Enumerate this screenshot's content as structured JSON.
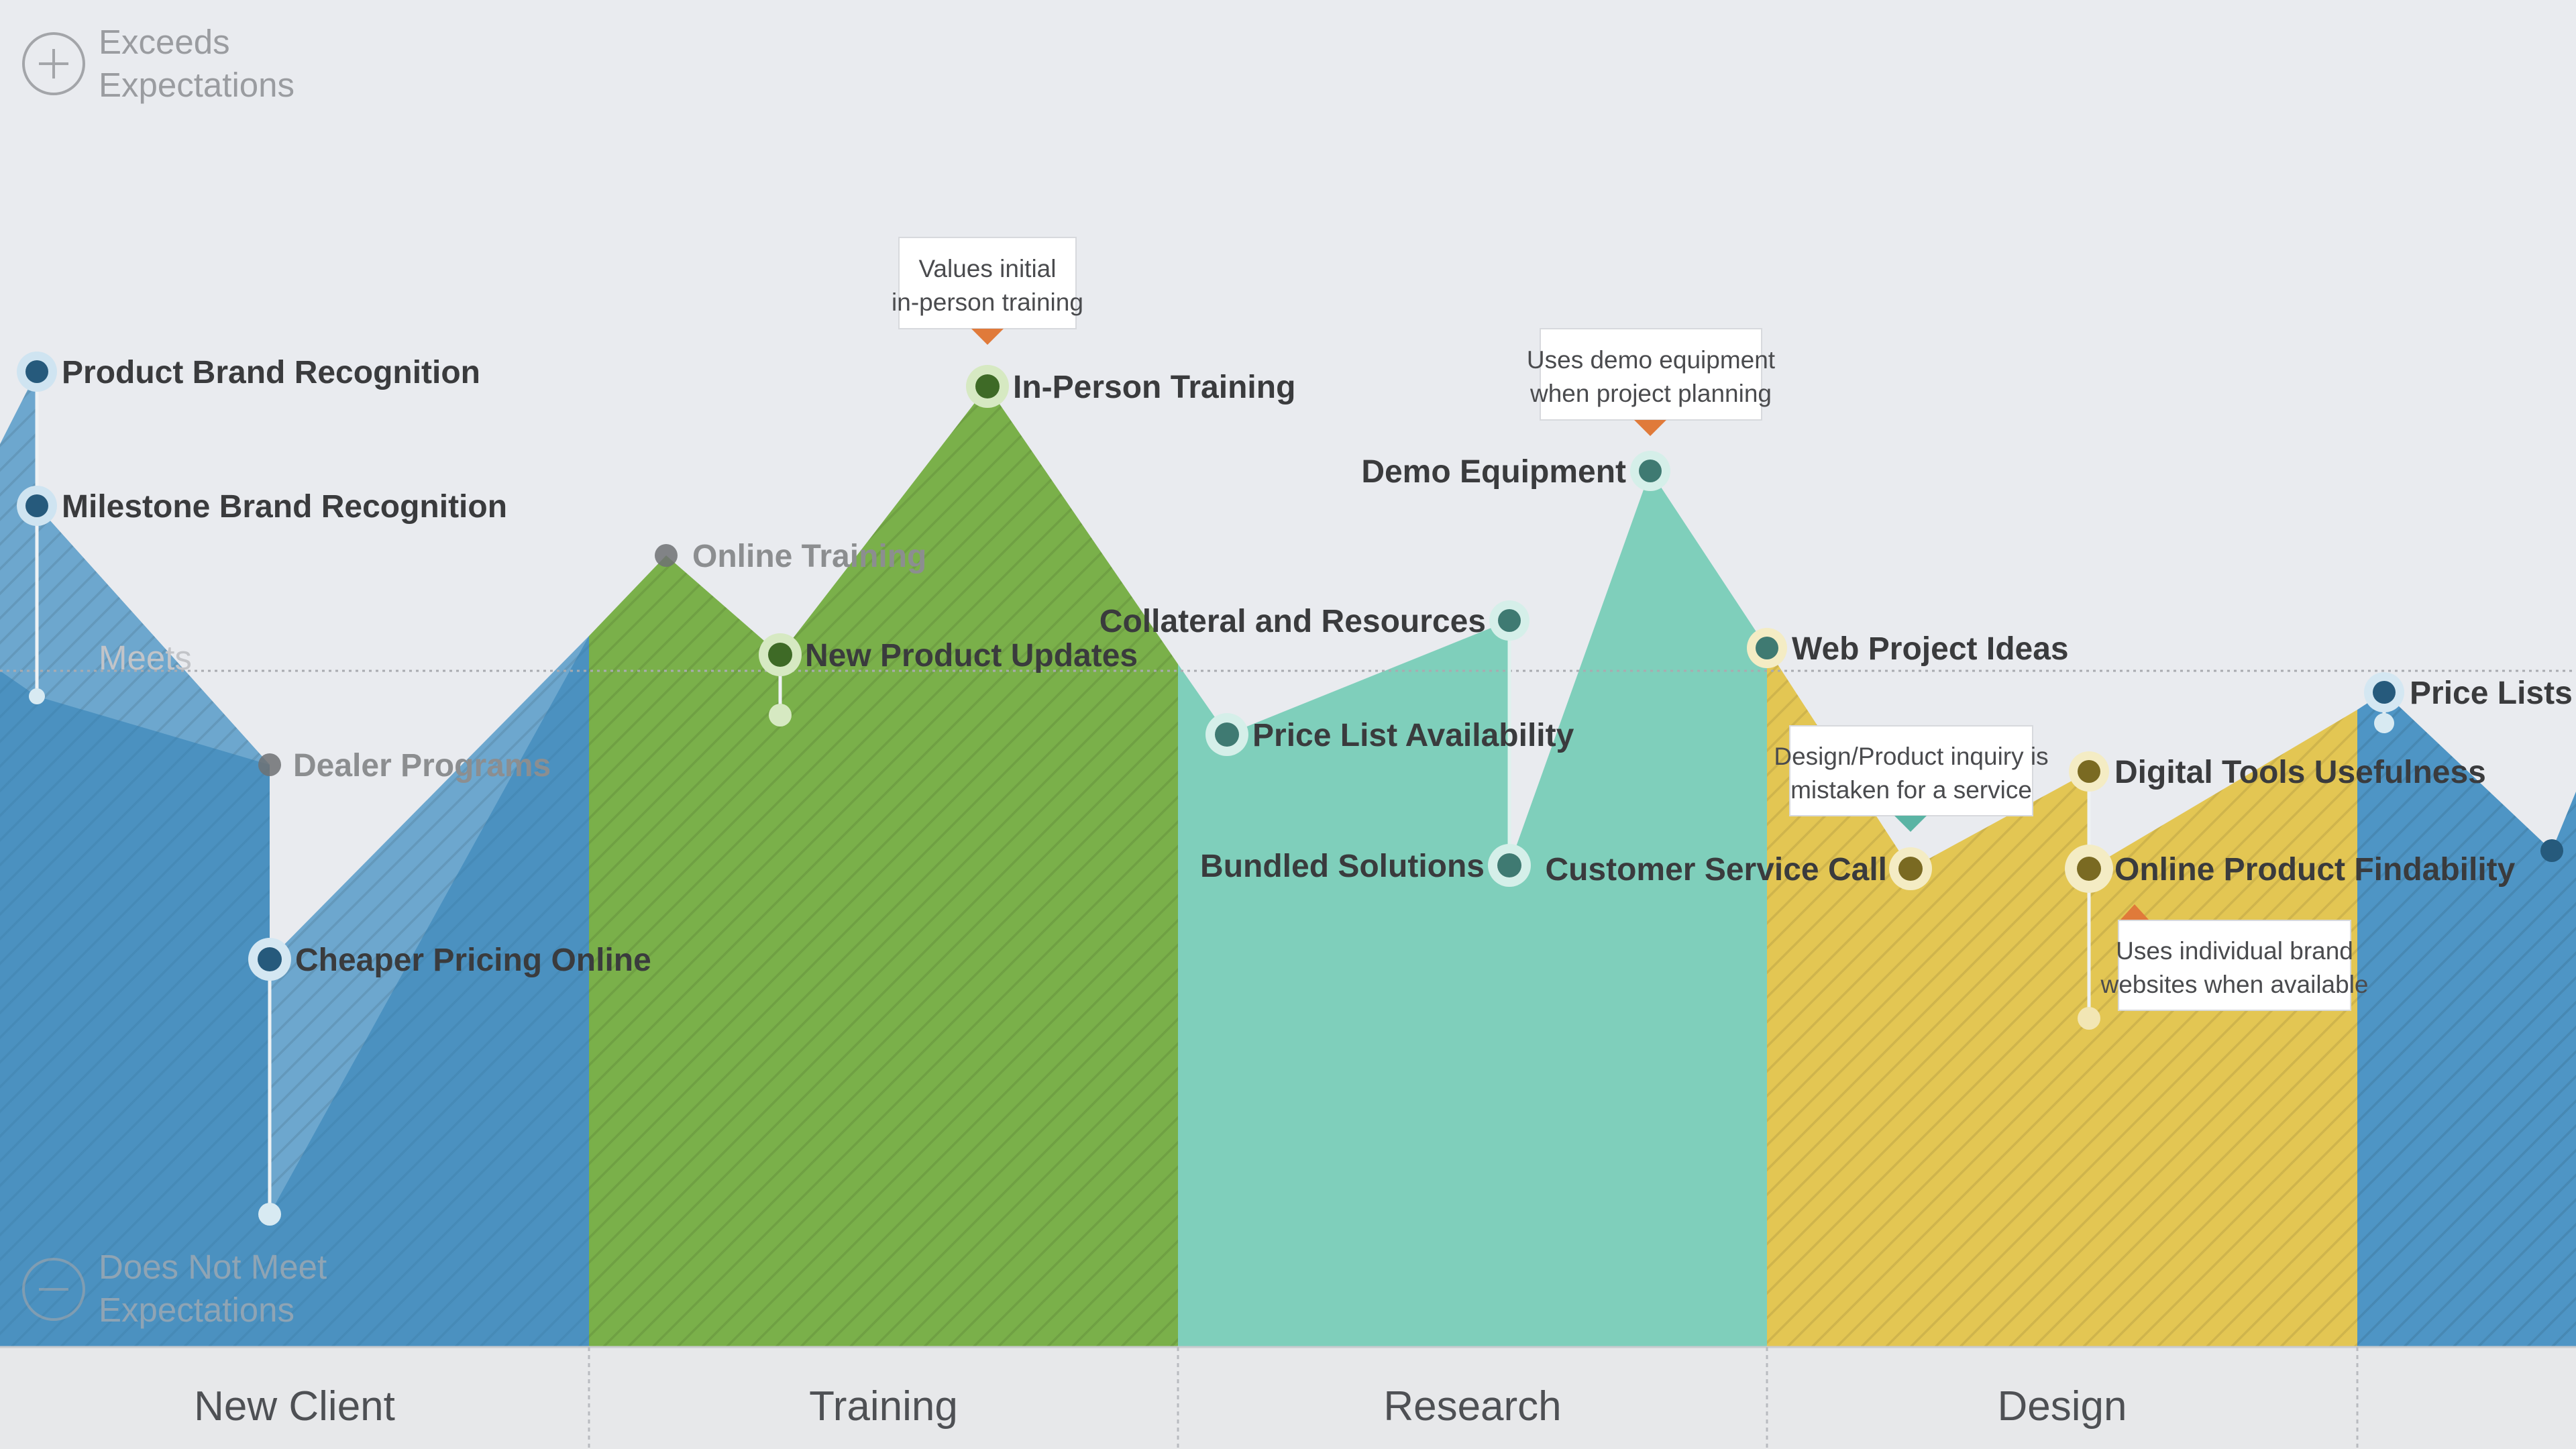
{
  "legend": {
    "top": [
      "Exceeds",
      "Expectations"
    ],
    "meets": "Meets",
    "bottom": [
      "Does Not Meet",
      "Expectations"
    ],
    "plus_icon": "plus-circle-icon",
    "minus_icon": "minus-circle-icon"
  },
  "phases": [
    {
      "label": "New Client",
      "color": "#3d8cc0"
    },
    {
      "label": "Training",
      "color": "#7ab04a"
    },
    {
      "label": "Research",
      "color": "#72c9b5"
    },
    {
      "label": "Design",
      "color": "#e3c653"
    },
    {
      "label": "",
      "color": "#3d8cc0"
    }
  ],
  "touchpoints": [
    {
      "name": "Product Brand Recognition",
      "phase": "New Client",
      "dot_color": "#265a7c"
    },
    {
      "name": "Milestone Brand Recognition",
      "phase": "New Client",
      "dot_color": "#265a7c"
    },
    {
      "name": "Dealer Programs",
      "phase": "New Client",
      "dot_color": "#6f7173",
      "muted": true
    },
    {
      "name": "Cheaper Pricing Online",
      "phase": "New Client",
      "dot_color": "#265a7c"
    },
    {
      "name": "Online Training",
      "phase": "Training",
      "dot_color": "#6f7173",
      "muted": true
    },
    {
      "name": "New Product Updates",
      "phase": "Training",
      "dot_color": "#3e6a26"
    },
    {
      "name": "In-Person Training",
      "phase": "Training",
      "dot_color": "#3e6a26"
    },
    {
      "name": "Price List Availability",
      "phase": "Research",
      "dot_color": "#3f7a72"
    },
    {
      "name": "Collateral and Resources",
      "phase": "Research",
      "dot_color": "#3f7a72"
    },
    {
      "name": "Bundled Solutions",
      "phase": "Research",
      "dot_color": "#3f7a72"
    },
    {
      "name": "Demo Equipment",
      "phase": "Research",
      "dot_color": "#3f7a72"
    },
    {
      "name": "Web Project Ideas",
      "phase": "Research",
      "dot_color": "#3f7a72"
    },
    {
      "name": "Customer Service Call",
      "phase": "Design",
      "dot_color": "#7a6a22"
    },
    {
      "name": "Digital Tools Usefulness",
      "phase": "Design",
      "dot_color": "#7a6a22"
    },
    {
      "name": "Online Product Findability",
      "phase": "Design",
      "dot_color": "#7a6a22"
    },
    {
      "name": "Price Lists",
      "phase": "",
      "dot_color": "#265a7c"
    }
  ],
  "callouts": [
    {
      "lines": [
        "Values initial",
        "in-person training"
      ],
      "pointer_color": "#e07a3a"
    },
    {
      "lines": [
        "Uses demo equipment",
        "when project planning"
      ],
      "pointer_color": "#e07a3a"
    },
    {
      "lines": [
        "Design/Product inquiry is",
        "mistaken for a service"
      ],
      "pointer_color": "#5ab4a4"
    },
    {
      "lines": [
        "Uses individual brand",
        "websites when available"
      ],
      "pointer_color": "#e07a3a"
    }
  ]
}
